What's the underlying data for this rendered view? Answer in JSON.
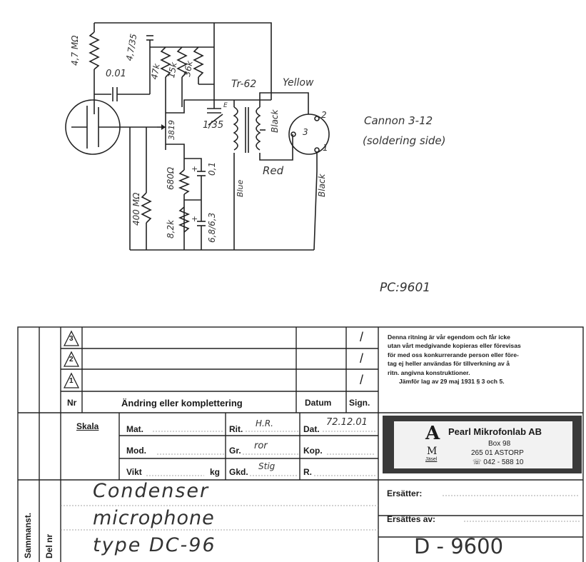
{
  "schematic": {
    "components": {
      "r_grid": "4,7 MΩ",
      "c_couple": "0.01",
      "c_top": "4,7/35",
      "r1": "47k",
      "r2": "15k",
      "r3": "36k",
      "fet": "3819",
      "c_e": "1/35",
      "e_mark": "E",
      "transformer": "Tr-62",
      "r_source": "680Ω",
      "c_source": "0,1",
      "r_bottom": "400 MΩ",
      "r_bias": "8,2k",
      "c_bias": "6,8/6,3"
    },
    "wires": {
      "yellow": "Yellow",
      "black_upper": "Black",
      "red": "Red",
      "blue": "Blue",
      "black_lower": "Black"
    },
    "connector": {
      "pin1": "1",
      "pin2": "2",
      "pin3": "3",
      "title": "Cannon 3-12",
      "subtitle": "(soldering side)"
    },
    "plus1": "+",
    "plus2": "+"
  },
  "pc_number": "PC:9601",
  "revisions": {
    "rows": [
      {
        "nr": "3",
        "datum": "",
        "sign": "/"
      },
      {
        "nr": "2",
        "datum": "",
        "sign": "/"
      },
      {
        "nr": "1",
        "datum": "",
        "sign": "/"
      }
    ],
    "header": {
      "nr": "Nr",
      "change": "Ändring eller komplettering",
      "datum": "Datum",
      "sign": "Sign."
    }
  },
  "notice": [
    "Denna ritning är vår egendom och får icke",
    "utan vårt medgivande kopieras eller förevisas",
    "för med oss konkurrerande person eller före-",
    "tag ej heller användas för tillverkning av å",
    "ritn. angivna konstruktioner.",
    "Jämför lag av 29 maj 1931 § 3 och 5."
  ],
  "fields": {
    "skala": "Skala",
    "mat": "Mat.",
    "mod": "Mod.",
    "vikt": "Vikt",
    "kg": "kg",
    "rit": "Rit.",
    "rit_value": "H.R.",
    "gr": "Gr.",
    "gr_value": "ror",
    "gkd": "Gkd.",
    "gkd_value": "Stig",
    "dat": "Dat.",
    "dat_value": "72.12.01",
    "kop": "Kop.",
    "r": "R."
  },
  "company": {
    "logo": "A",
    "logo2": "M",
    "logo3": "Jäsel",
    "name": "Pearl Mikrofonlab AB",
    "box": "Box 98",
    "address": "265 01  ASTORP",
    "phone": "☏ 042 - 588 10"
  },
  "side_labels": {
    "sammanst": "Sammanst.",
    "del_nr": "Del nr"
  },
  "title_lines": [
    "Condenser",
    "microphone",
    "type DC-96"
  ],
  "ersatter": "Ersätter:",
  "ersattes_av": "Ersättes av:",
  "drawing_number": "D - 9600"
}
